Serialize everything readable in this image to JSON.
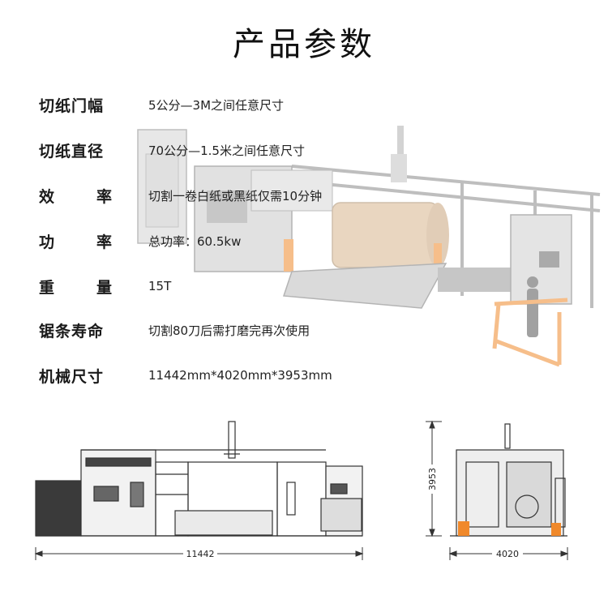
{
  "page": {
    "title": "产品参数"
  },
  "specs": [
    {
      "label": "切纸门幅",
      "value": "5公分—3M之间任意尺寸"
    },
    {
      "label": "切纸直径",
      "value": "70公分—1.5米之间任意尺寸"
    },
    {
      "label": "效率",
      "label_chars": [
        "效",
        "率"
      ],
      "value": "切割一卷白纸或黑纸仅需10分钟"
    },
    {
      "label": "功率",
      "label_chars": [
        "功",
        "率"
      ],
      "value": "总功率：60.5kw"
    },
    {
      "label": "重量",
      "label_chars": [
        "重",
        "量"
      ],
      "value": "15T"
    },
    {
      "label": "锯条寿命",
      "value": "切割80刀后需打磨完再次使用"
    },
    {
      "label": "机械尺寸",
      "value": "11442mm*4020mm*3953mm"
    }
  ],
  "drawings": {
    "front_length": "11442",
    "side_width": "4020",
    "side_height": "3953"
  },
  "colors": {
    "accent_orange": "#f0892b",
    "machine_gray": "#9a9a9a",
    "roll_beige": "#d8b58e"
  }
}
